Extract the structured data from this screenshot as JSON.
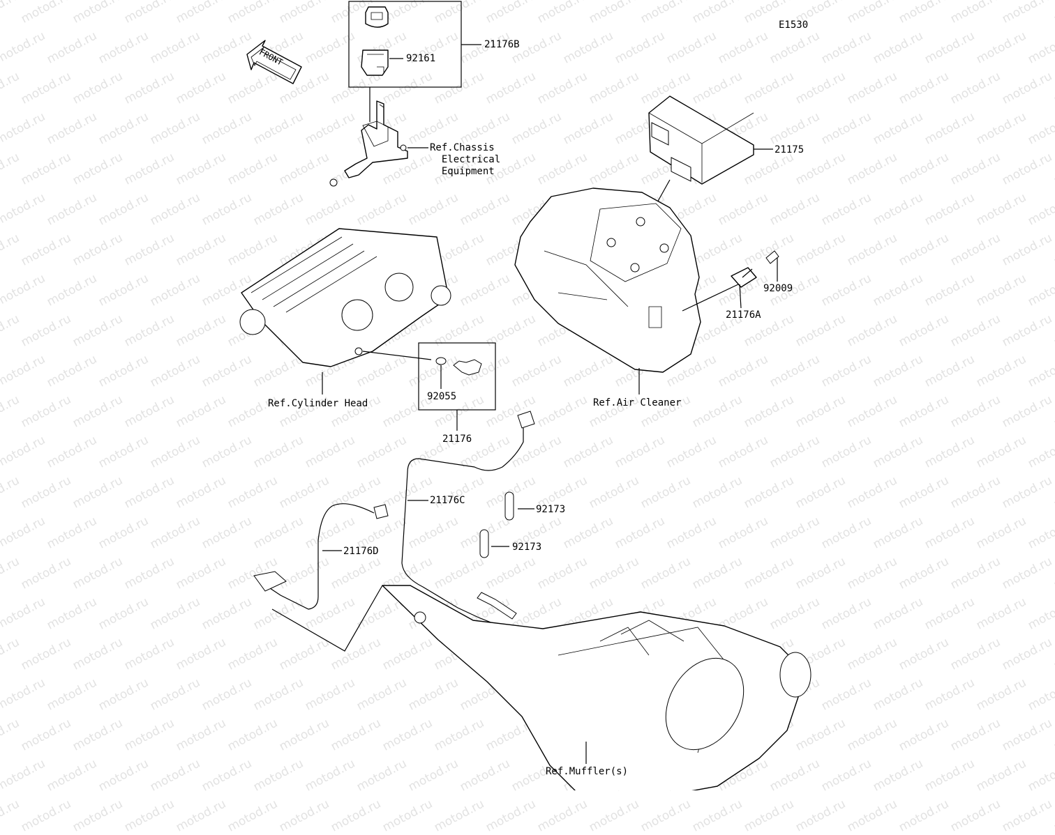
{
  "diagram_code": "E1530",
  "front_arrow": "FRONT",
  "watermark": "motod.ru",
  "labels": {
    "p21176B": "21176B",
    "p92161": "92161",
    "chassis": "Ref.Chassis\n  Electrical\n  Equipment",
    "p21175": "21175",
    "p92009": "92009",
    "p21176A": "21176A",
    "cylinder_head": "Ref.Cylinder Head",
    "p92055": "92055",
    "p21176": "21176",
    "air_cleaner": "Ref.Air Cleaner",
    "p21176C": "21176C",
    "p92173a": "92173",
    "p92173b": "92173",
    "p21176D": "21176D",
    "muffler": "Ref.Muffler(s)"
  }
}
